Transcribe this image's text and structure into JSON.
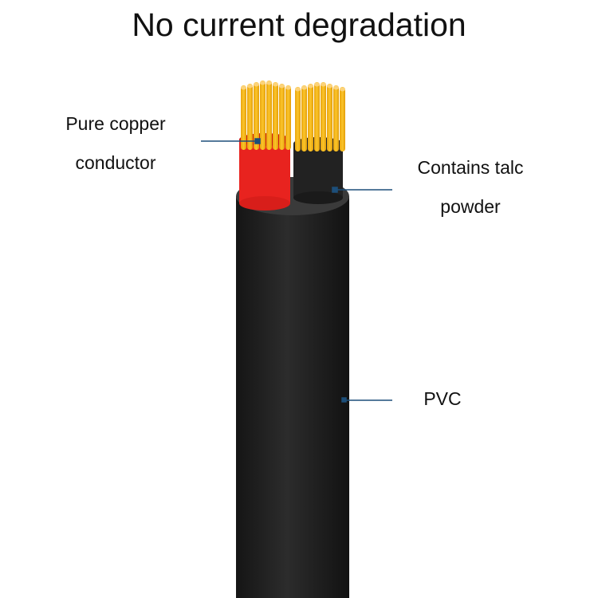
{
  "title": "No current degradation",
  "labels": {
    "conductor": [
      "Pure copper",
      "conductor"
    ],
    "talc": [
      "Contains talc",
      "powder"
    ],
    "sheath": "PVC"
  },
  "colors": {
    "copper": "#f5b417",
    "red_insulation": "#e8231f",
    "black": "#1f1f1f",
    "leader": "#1d4f7a"
  }
}
